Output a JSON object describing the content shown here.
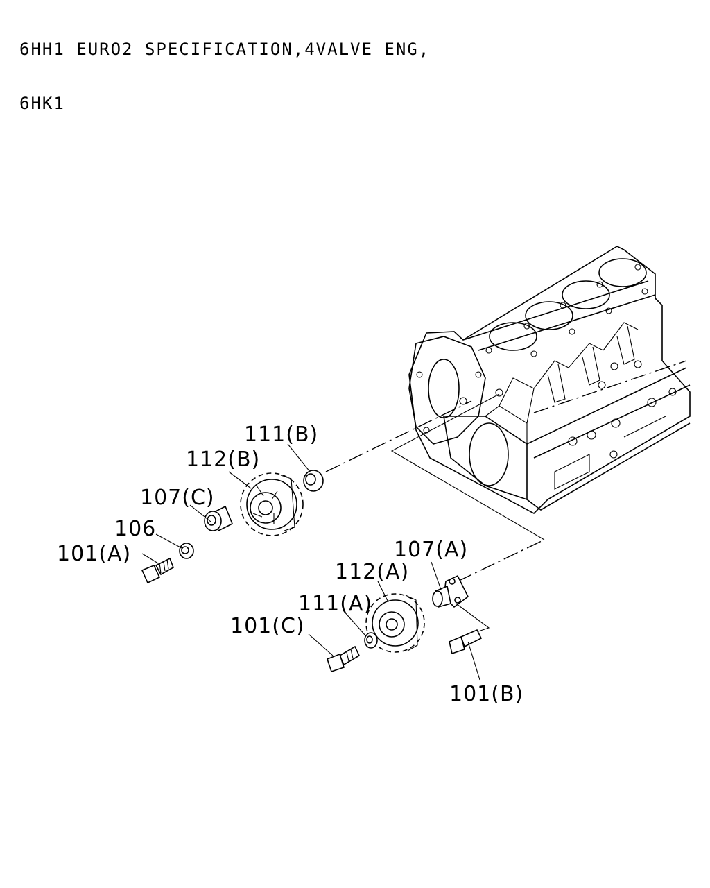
{
  "header": {
    "line1": "6HH1 EURO2 SPECIFICATION,4VALVE ENG,",
    "line2": "6HK1"
  },
  "callouts": {
    "c111b": "111(B)",
    "c112b": "112(B)",
    "c107c": "107(C)",
    "c106": "106",
    "c101a": "101(A)",
    "c107a": "107(A)",
    "c112a": "112(A)",
    "c111a": "111(A)",
    "c101c": "101(C)",
    "c101b": "101(B)"
  }
}
